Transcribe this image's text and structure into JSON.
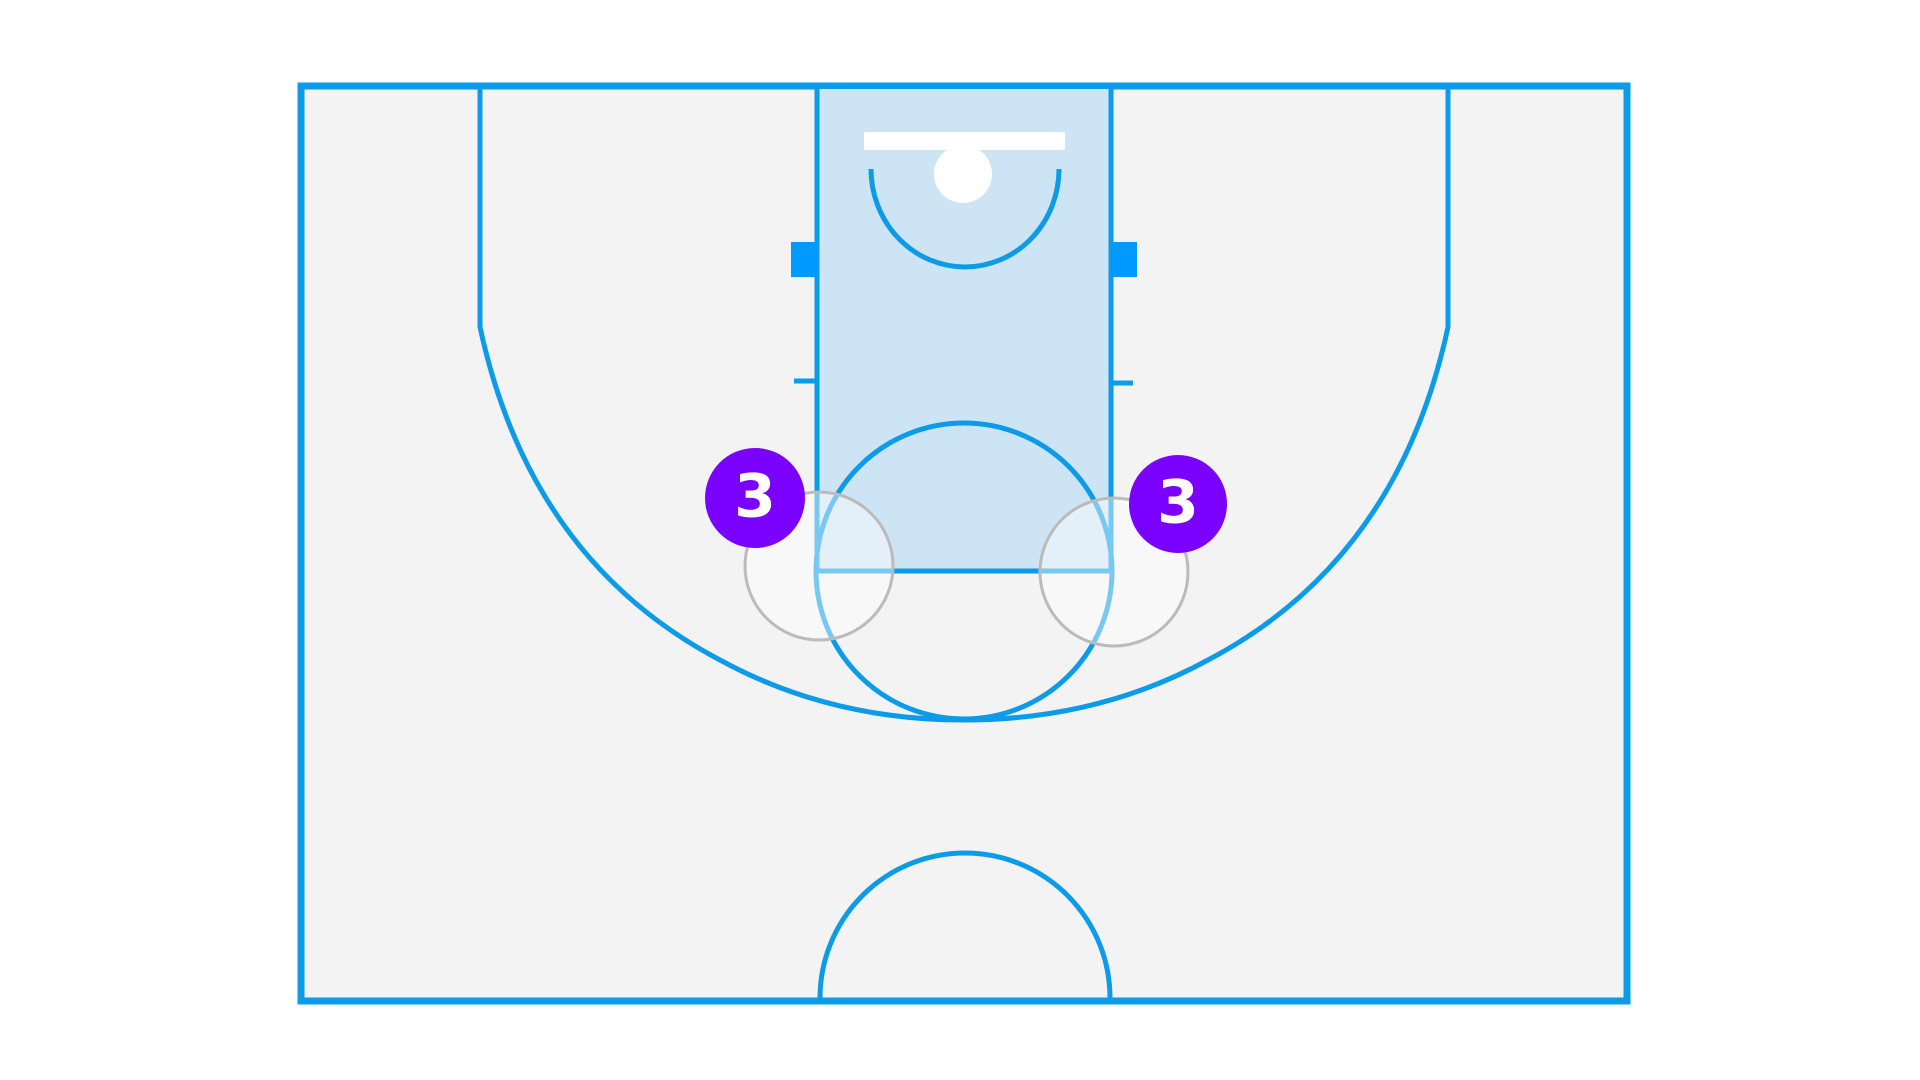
{
  "diagram": {
    "colors": {
      "court_fill": "#f3f3f3",
      "lines": "#0b9be8",
      "paint_fill": "#cde4f5",
      "block_marks": "#0099ff",
      "player_fill": "#7a00ff",
      "player_text": "#ffffff",
      "zone_circle_fill": "#ffffff",
      "zone_circle_stroke": "#bbbbbb"
    },
    "players": [
      {
        "id": "player-left",
        "label": "3"
      },
      {
        "id": "player-right",
        "label": "3"
      }
    ]
  }
}
